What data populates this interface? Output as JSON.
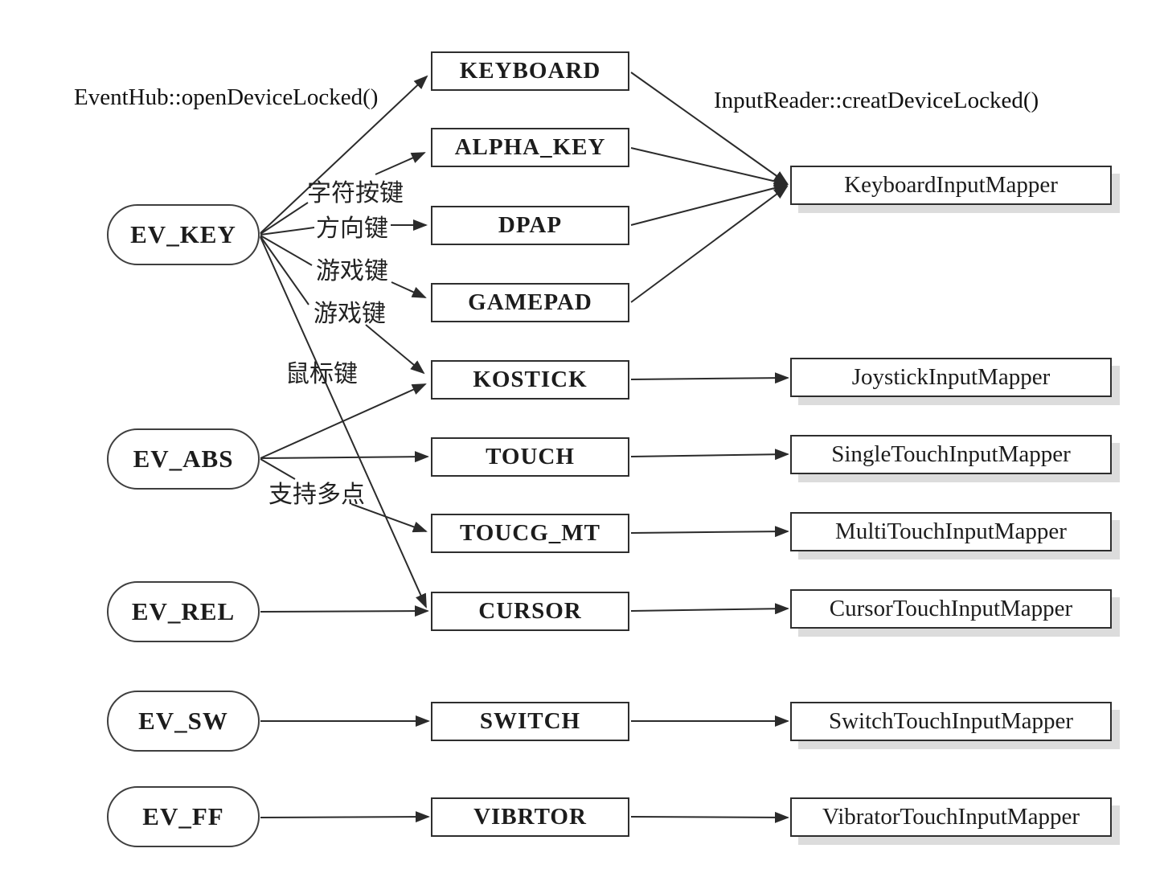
{
  "diagram": {
    "title_hint": "Android EventHub / InputReader device class mapping diagram",
    "header_left": "EventHub::openDeviceLocked()",
    "header_right": "InputReader::creatDeviceLocked()",
    "event_nodes": [
      {
        "id": "ev_key",
        "label": "EV_KEY"
      },
      {
        "id": "ev_abs",
        "label": "EV_ABS"
      },
      {
        "id": "ev_rel",
        "label": "EV_REL"
      },
      {
        "id": "ev_sw",
        "label": "EV_SW"
      },
      {
        "id": "ev_ff",
        "label": "EV_FF"
      }
    ],
    "device_nodes": [
      {
        "id": "keyboard",
        "label": "KEYBOARD"
      },
      {
        "id": "alpha_key",
        "label": "ALPHA_KEY"
      },
      {
        "id": "dpap",
        "label": "DPAP"
      },
      {
        "id": "gamepad",
        "label": "GAMEPAD"
      },
      {
        "id": "kostick",
        "label": "KOSTICK"
      },
      {
        "id": "touch",
        "label": "TOUCH"
      },
      {
        "id": "toucg_mt",
        "label": "TOUCG_MT"
      },
      {
        "id": "cursor",
        "label": "CURSOR"
      },
      {
        "id": "switch",
        "label": "SWITCH"
      },
      {
        "id": "vibrtor",
        "label": "VIBRTOR"
      }
    ],
    "mapper_nodes": [
      {
        "id": "keyboard_mapper",
        "label": "KeyboardInputMapper"
      },
      {
        "id": "joystick_mapper",
        "label": "JoystickInputMapper"
      },
      {
        "id": "singletouch_mapper",
        "label": "SingleTouchInputMapper"
      },
      {
        "id": "multitouch_mapper",
        "label": "MultiTouchInputMapper"
      },
      {
        "id": "cursortouch_mapper",
        "label": "CursorTouchInputMapper"
      },
      {
        "id": "switchtouch_mapper",
        "label": "SwitchTouchInputMapper"
      },
      {
        "id": "vibratortouch_mapper",
        "label": "VibratorTouchInputMapper"
      }
    ],
    "edge_labels": [
      {
        "id": "char_keys",
        "label": "字符按键"
      },
      {
        "id": "dir_keys",
        "label": "方向键"
      },
      {
        "id": "game_keys_1",
        "label": "游戏键"
      },
      {
        "id": "game_keys_2",
        "label": "游戏键"
      },
      {
        "id": "mouse_keys",
        "label": "鼠标键"
      },
      {
        "id": "multi_point",
        "label": "支持多点"
      }
    ],
    "edges": [
      {
        "from": "EV_KEY",
        "to": "KEYBOARD",
        "label": ""
      },
      {
        "from": "EV_KEY",
        "to": "ALPHA_KEY",
        "label": "字符按键"
      },
      {
        "from": "EV_KEY",
        "to": "DPAP",
        "label": "方向键"
      },
      {
        "from": "EV_KEY",
        "to": "GAMEPAD",
        "label": "游戏键"
      },
      {
        "from": "EV_KEY",
        "to": "KOSTICK",
        "label": "游戏键"
      },
      {
        "from": "EV_KEY",
        "to": "CURSOR",
        "label": "鼠标键"
      },
      {
        "from": "EV_ABS",
        "to": "KOSTICK",
        "label": ""
      },
      {
        "from": "EV_ABS",
        "to": "TOUCH",
        "label": ""
      },
      {
        "from": "EV_ABS",
        "to": "TOUCG_MT",
        "label": "支持多点"
      },
      {
        "from": "EV_REL",
        "to": "CURSOR",
        "label": ""
      },
      {
        "from": "EV_SW",
        "to": "SWITCH",
        "label": ""
      },
      {
        "from": "EV_FF",
        "to": "VIBRTOR",
        "label": ""
      },
      {
        "from": "KEYBOARD",
        "to": "KeyboardInputMapper"
      },
      {
        "from": "ALPHA_KEY",
        "to": "KeyboardInputMapper"
      },
      {
        "from": "DPAP",
        "to": "KeyboardInputMapper"
      },
      {
        "from": "GAMEPAD",
        "to": "KeyboardInputMapper"
      },
      {
        "from": "KOSTICK",
        "to": "JoystickInputMapper"
      },
      {
        "from": "TOUCH",
        "to": "SingleTouchInputMapper"
      },
      {
        "from": "TOUCG_MT",
        "to": "MultiTouchInputMapper"
      },
      {
        "from": "CURSOR",
        "to": "CursorTouchInputMapper"
      },
      {
        "from": "SWITCH",
        "to": "SwitchTouchInputMapper"
      },
      {
        "from": "VIBRTOR",
        "to": "VibratorTouchInputMapper"
      }
    ],
    "colors": {
      "background": "#ffffff",
      "line": "#2b2b2b",
      "box_border": "#2e2e2e",
      "box_fill": "#ffffff",
      "shadow": "#dcdcdc",
      "text": "#1c1c1c"
    }
  }
}
